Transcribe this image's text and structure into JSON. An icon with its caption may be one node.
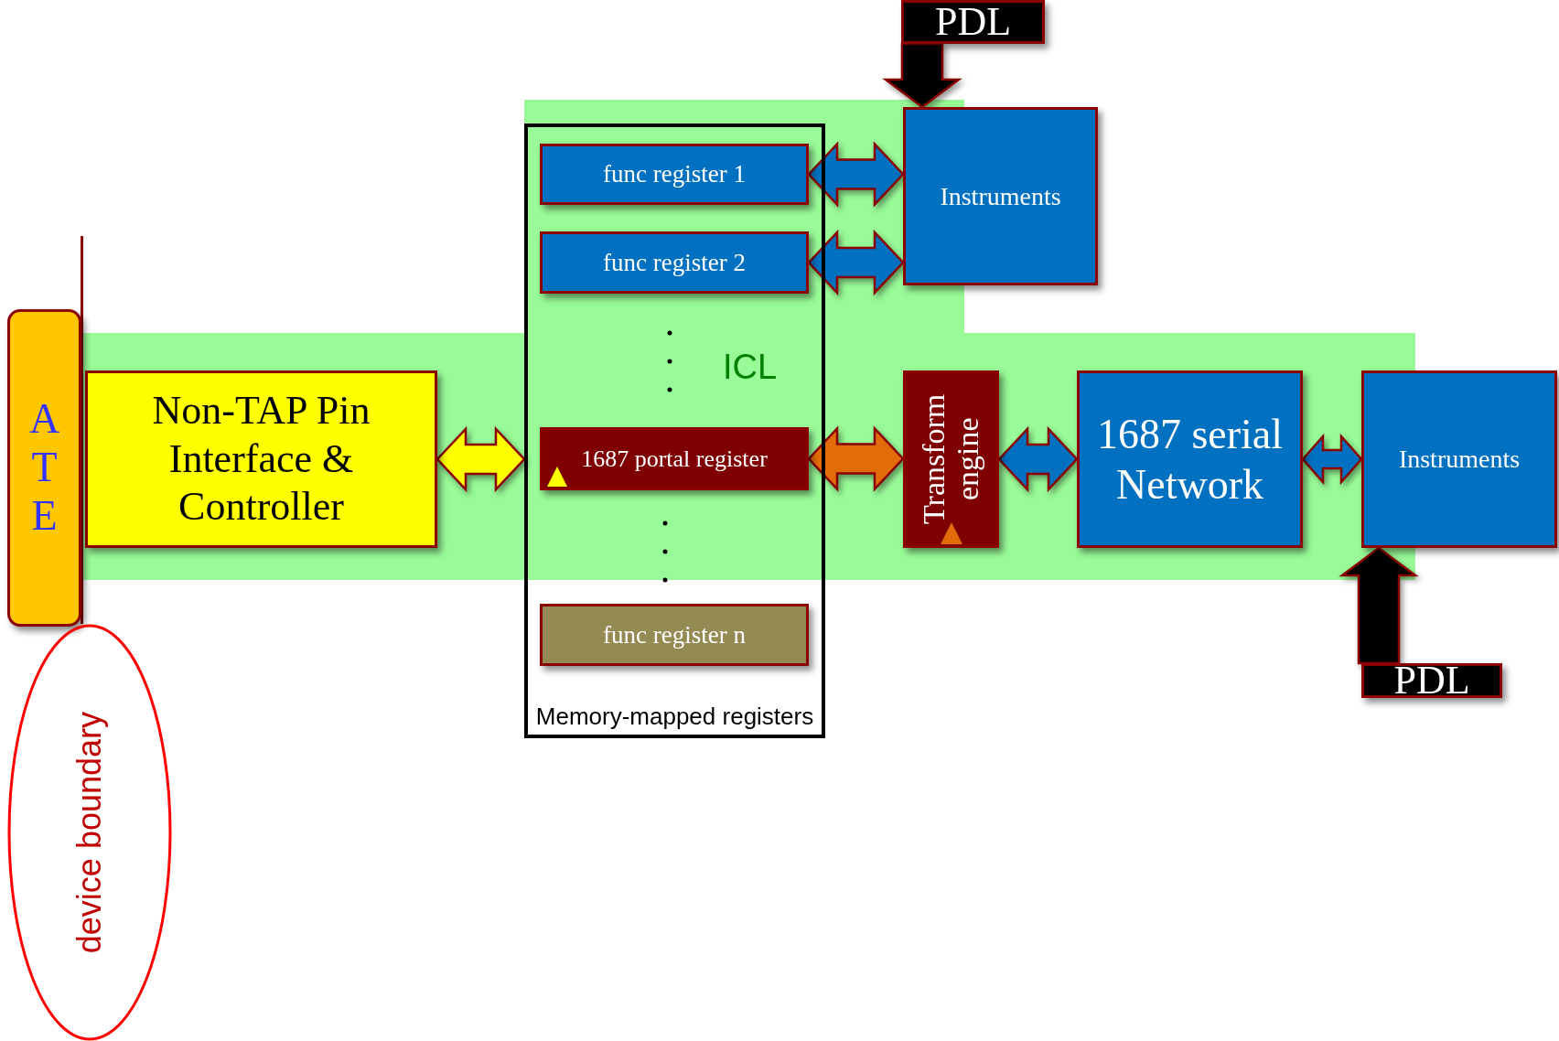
{
  "diagram": {
    "nodes": [
      {
        "text": [
          "ATE"
        ]
      },
      {
        "text": [
          "Non-TAP Pin Interface & Controller"
        ]
      },
      {
        "text": [
          "Memory-mapped registers"
        ]
      },
      {
        "text": [
          "func register 1"
        ],
        "in": 2
      },
      {
        "text": [
          "func register 2"
        ],
        "in": 2
      },
      {
        "text": [
          "1687 portal register"
        ],
        "in": 2
      },
      {
        "text": [
          "func register n"
        ],
        "in": 2
      },
      {
        "text": [
          "Instruments"
        ]
      },
      {
        "text": [
          "Transform engine"
        ]
      },
      {
        "text": [
          "1687 serial Network"
        ]
      },
      {
        "text": [
          "Instruments"
        ]
      },
      {
        "text": [
          "PDL"
        ]
      },
      {
        "text": [
          "PDL"
        ]
      },
      {
        "text": [
          "device boundary"
        ]
      }
    ],
    "edges": [
      {
        "from": 1,
        "to": 2,
        "arrow": "both",
        "color": "#ffff00"
      },
      {
        "from": 3,
        "to": 7,
        "arrow": "both"
      },
      {
        "from": 4,
        "to": 7,
        "arrow": "both"
      },
      {
        "from": 5,
        "to": 8,
        "arrow": "both",
        "color": "#e36c0a"
      },
      {
        "from": 8,
        "to": 9,
        "arrow": "both"
      },
      {
        "from": 9,
        "to": 10,
        "arrow": "both"
      },
      {
        "from": 11,
        "to": 7,
        "arrow": "to",
        "style": "thick",
        "color": "#000000"
      },
      {
        "from": 12,
        "to": 10,
        "arrow": "to",
        "style": "thick",
        "color": "#000000"
      }
    ],
    "labels": [
      "ICL"
    ]
  }
}
